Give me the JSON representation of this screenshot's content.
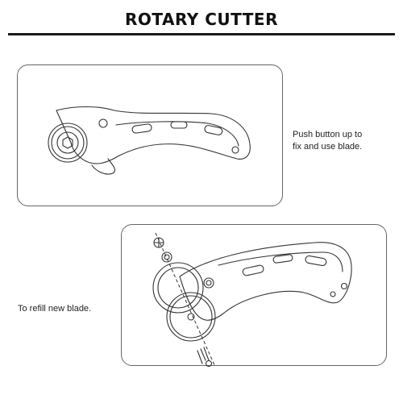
{
  "page": {
    "title": "ROTARY CUTTER"
  },
  "steps": [
    {
      "caption_line1": "Push button up to",
      "caption_line2": "fix and use blade."
    },
    {
      "caption_line1": "To refill new blade."
    }
  ],
  "colors": {
    "title_rule": "#1a1a1a",
    "line_art": "#333333",
    "panel_border": "#666666"
  }
}
